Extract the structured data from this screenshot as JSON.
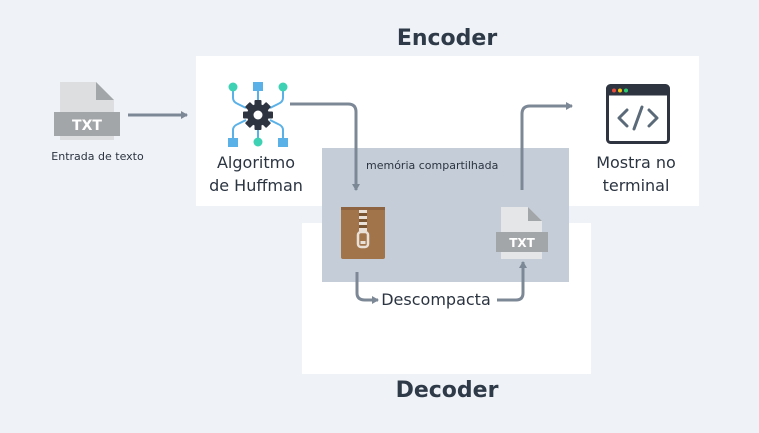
{
  "encoder": {
    "title": "Encoder"
  },
  "decoder": {
    "title": "Decoder"
  },
  "input": {
    "file_badge": "TXT",
    "label": "Entrada de texto"
  },
  "algorithm": {
    "label_line1": "Algoritmo",
    "label_line2": "de Huffman"
  },
  "shared_memory": {
    "label": "memória compartilhada",
    "file_badge": "TXT"
  },
  "decompress": {
    "label": "Descompacta"
  },
  "output": {
    "label_line1": "Mostra no",
    "label_line2": "terminal"
  },
  "colors": {
    "background": "#eff2f6",
    "panel": "#ffffff",
    "shared_memory": "#c5ced8",
    "arrow": "#7d8896",
    "file_gray": "#a3a6a9",
    "zip_brown": "#a2744a",
    "huffman_blue": "#5ab1e8",
    "huffman_teal": "#3fd1b3"
  }
}
